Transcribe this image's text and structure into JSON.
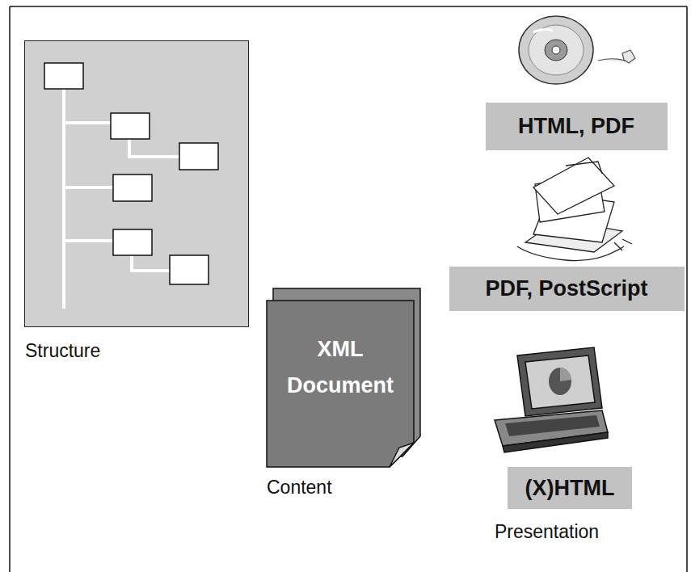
{
  "diagram": {
    "nodes": [
      {
        "text": [
          "Structure"
        ]
      },
      {
        "text": [
          "XML Document",
          "Content"
        ]
      },
      {
        "text": [
          "HTML, PDF"
        ]
      },
      {
        "text": [
          "PDF, PostScript"
        ]
      },
      {
        "text": [
          "(X)HTML"
        ]
      }
    ],
    "labels": [
      "Presentation"
    ]
  }
}
